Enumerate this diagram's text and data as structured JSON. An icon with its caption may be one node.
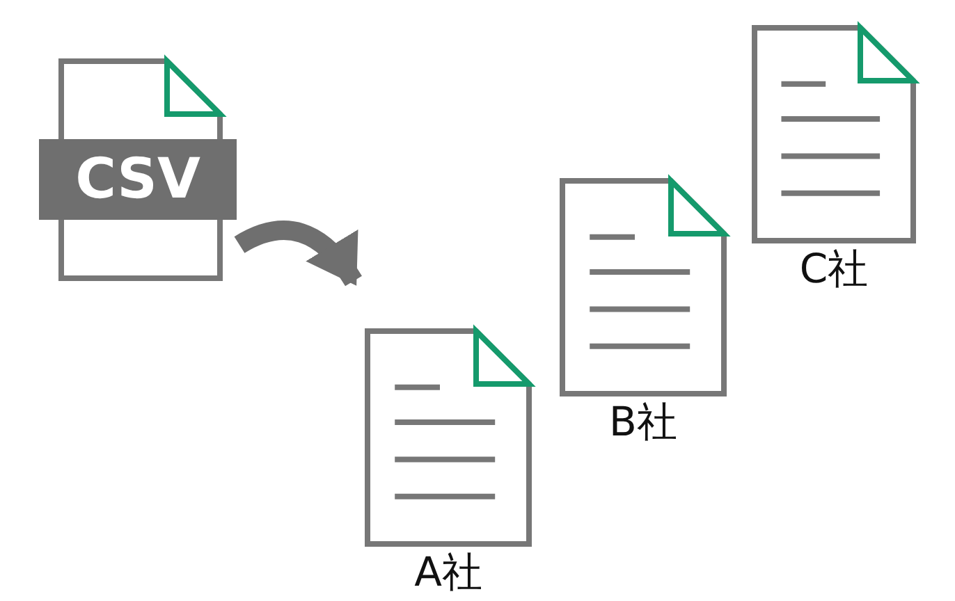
{
  "diagram": {
    "nodes": [
      {
        "text": [
          "CSV"
        ]
      },
      {
        "text": [
          "A社"
        ]
      },
      {
        "text": [
          "B社"
        ]
      },
      {
        "text": [
          "C社"
        ]
      }
    ],
    "edges": [
      {
        "from": 0,
        "to": 1,
        "arrow": "to"
      }
    ]
  }
}
